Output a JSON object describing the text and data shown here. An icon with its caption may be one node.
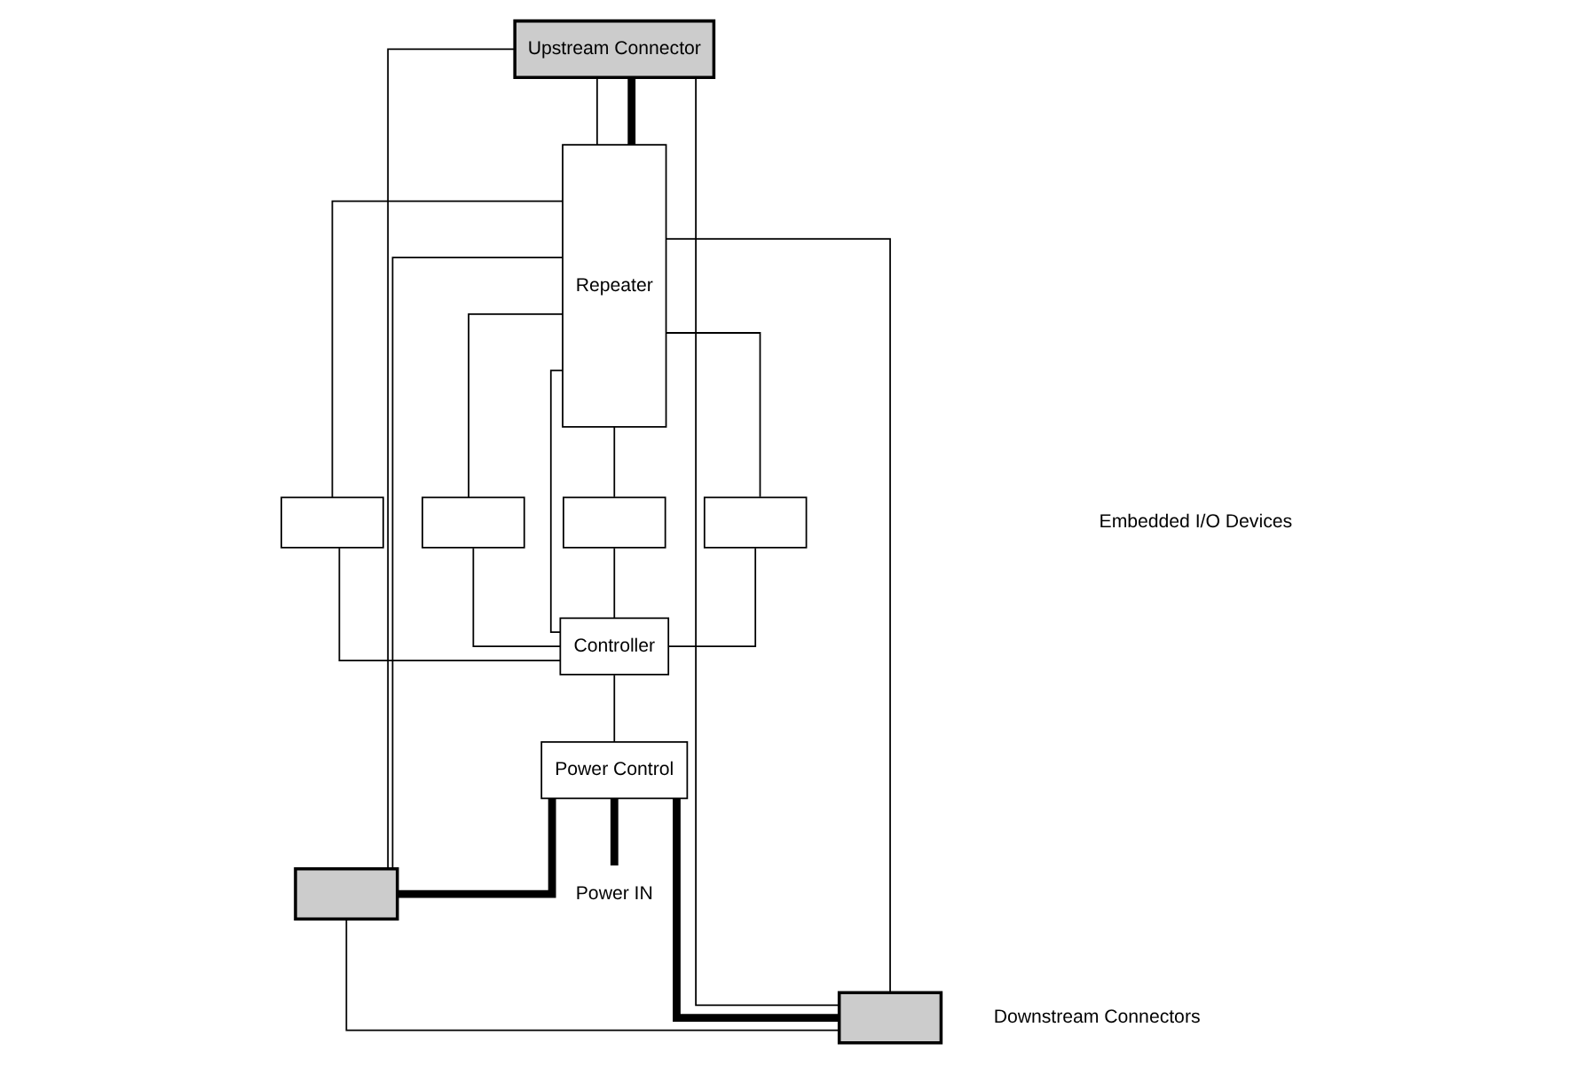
{
  "diagram": {
    "nodes": [
      {
        "text": [
          "Upstream Connector"
        ]
      },
      {
        "text": [
          "Repeater"
        ]
      },
      {
        "text": [
          "Controller"
        ]
      },
      {
        "text": [
          "Power Control"
        ]
      },
      {
        "text": [],
        "shape": "box"
      },
      {
        "text": [],
        "shape": "box"
      },
      {
        "text": [],
        "shape": "box"
      },
      {
        "text": [],
        "shape": "box"
      },
      {
        "text": [
          "Power IN"
        ]
      },
      {
        "text": [],
        "shape": "box"
      },
      {
        "text": [],
        "shape": "box"
      }
    ],
    "edges": [
      {
        "from": 0,
        "to": 1,
        "arrow": "none"
      },
      {
        "from": 0,
        "to": 1,
        "arrow": "none",
        "style": "thick"
      },
      {
        "from": 1,
        "to": 2,
        "arrow": "none"
      },
      {
        "from": 2,
        "to": 3,
        "arrow": "none"
      },
      {
        "from": 1,
        "to": 4,
        "arrow": "none"
      },
      {
        "from": 1,
        "to": 5,
        "arrow": "none"
      },
      {
        "from": 1,
        "to": 6,
        "arrow": "none"
      },
      {
        "from": 1,
        "to": 7,
        "arrow": "none"
      },
      {
        "from": 4,
        "to": 2,
        "arrow": "none"
      },
      {
        "from": 5,
        "to": 2,
        "arrow": "none"
      },
      {
        "from": 6,
        "to": 2,
        "arrow": "none"
      },
      {
        "from": 7,
        "to": 2,
        "arrow": "none"
      },
      {
        "from": 3,
        "to": 8,
        "arrow": "none",
        "style": "thick"
      },
      {
        "from": 3,
        "to": 9,
        "arrow": "none",
        "style": "thick"
      },
      {
        "from": 3,
        "to": 10,
        "arrow": "none",
        "style": "thick"
      },
      {
        "from": 1,
        "to": 10,
        "arrow": "none"
      },
      {
        "from": 1,
        "to": 9,
        "arrow": "none"
      },
      {
        "from": 0,
        "to": 9,
        "arrow": "none"
      },
      {
        "from": 9,
        "to": 10,
        "arrow": "none"
      },
      {
        "from": 10,
        "to": 0,
        "arrow": "none"
      }
    ],
    "labels": [
      "Embedded I/O Devices",
      "Downstream Connectors"
    ]
  }
}
